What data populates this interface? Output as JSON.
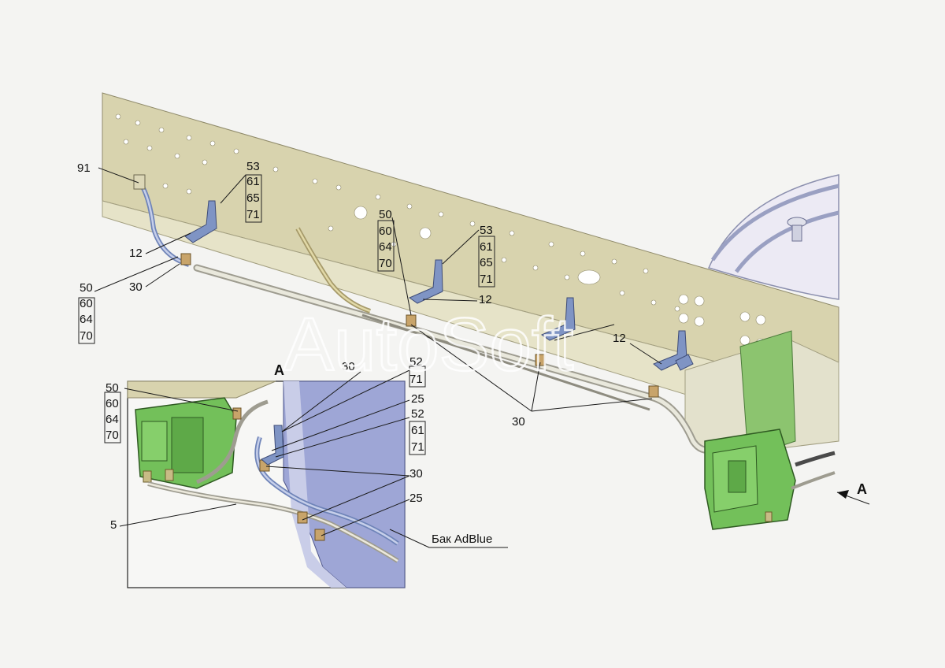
{
  "callouts": {
    "c91": "91",
    "c12a": "12",
    "c30a": "30",
    "g1": [
      "53",
      "61",
      "65",
      "71"
    ],
    "g2": [
      "50",
      "60",
      "64",
      "70"
    ],
    "g3": [
      "53",
      "61",
      "65",
      "71"
    ],
    "g4": [
      "50",
      "60",
      "64",
      "70"
    ],
    "c12b": "12",
    "c12c": "12",
    "c30b": "30"
  },
  "inset": {
    "title": "A",
    "g5": [
      "50",
      "60",
      "64",
      "70"
    ],
    "c30": "30",
    "g6": [
      "52",
      "71"
    ],
    "c25a": "25",
    "g7": [
      "52",
      "61",
      "71"
    ],
    "c30b": "30",
    "c25b": "25",
    "c5": "5",
    "tank": "Бак AdBlue"
  },
  "view_arrow": "A",
  "watermark": "AutoSoft",
  "colors": {
    "frame": "#d8d3ae",
    "pipe": "#c9c7b8",
    "bracket": "#7f94c4",
    "pump": "#73c05a",
    "tank": "#9ea6d6"
  }
}
